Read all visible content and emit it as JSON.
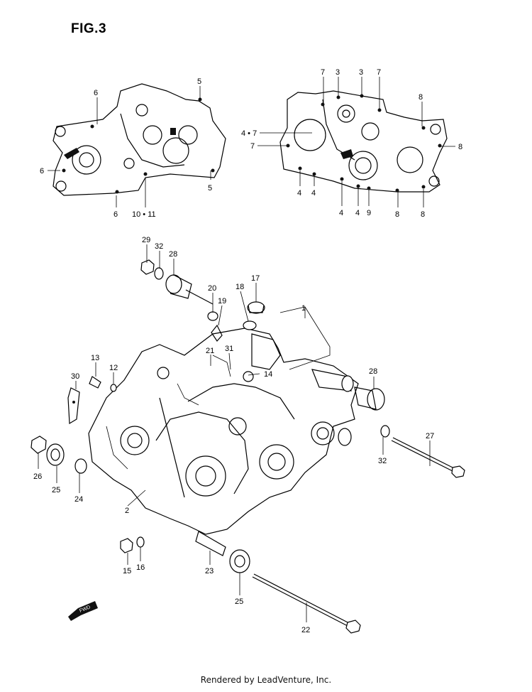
{
  "figure": {
    "title": "FIG.3"
  },
  "footer": {
    "credit": "Rendered by LeadVenture, Inc."
  },
  "fwd_label": "FWD",
  "callouts": {
    "top_left": [
      "6",
      "5",
      "6",
      "6",
      "5",
      "10 • 11"
    ],
    "top_right": [
      "7",
      "3",
      "3",
      "7",
      "8",
      "4 • 7",
      "7",
      "8",
      "4",
      "4",
      "4",
      "4",
      "9",
      "8",
      "8"
    ],
    "main": [
      "29",
      "32",
      "28",
      "20",
      "19",
      "18",
      "17",
      "1",
      "21",
      "31",
      "14",
      "13",
      "12",
      "30",
      "28",
      "27",
      "32",
      "26",
      "25",
      "24",
      "2",
      "15",
      "16",
      "23",
      "25",
      "22"
    ]
  }
}
